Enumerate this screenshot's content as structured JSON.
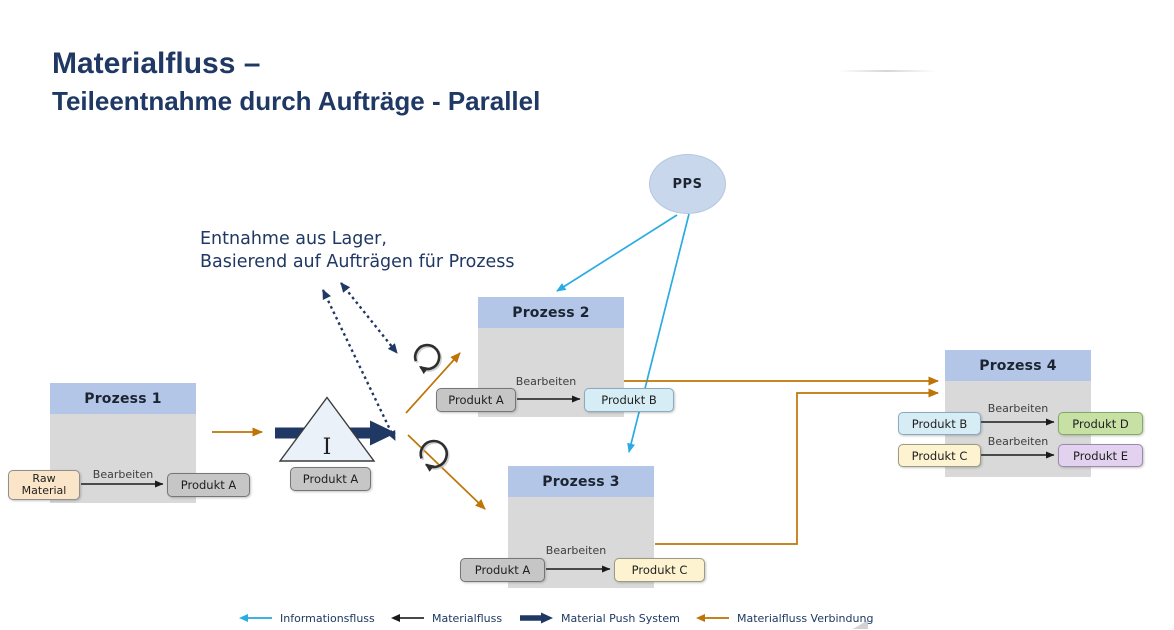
{
  "title": {
    "line1": "Materialfluss –",
    "line2": "Teileentnahme durch Aufträge - Parallel"
  },
  "annotation": {
    "line1": "Entnahme aus Lager,",
    "line2": "Basierend auf Aufträgen für Prozess"
  },
  "pps_label": "PPS",
  "inventory": {
    "symbol": "I",
    "buffer_label": "Produkt A"
  },
  "processes": [
    {
      "name": "Prozess 1",
      "action": "Bearbeiten",
      "input": "Raw Material",
      "output": "Produkt A"
    },
    {
      "name": "Prozess 2",
      "action": "Bearbeiten",
      "input": "Produkt A",
      "output": "Produkt B"
    },
    {
      "name": "Prozess 3",
      "action": "Bearbeiten",
      "input": "Produkt A",
      "output": "Produkt C"
    },
    {
      "name": "Prozess 4",
      "rows": [
        {
          "action": "Bearbeiten",
          "input": "Produkt B",
          "output": "Produkt D"
        },
        {
          "action": "Bearbeiten",
          "input": "Produkt C",
          "output": "Produkt E"
        }
      ]
    }
  ],
  "legend": {
    "informationsfluss": "Informationsfluss",
    "materialfluss": "Materialfluss",
    "material_push": "Material Push System",
    "materialfluss_verbindung": "Materialfluss Verbindung"
  },
  "colors": {
    "title_navy": "#1F3864",
    "process_header_blue": "#B4C6E7",
    "process_body_gray": "#D9D9D9",
    "informationsfluss_cyan": "#29ACE3",
    "materialfluss_black": "#1A1A1A",
    "material_push_navy": "#1F3864",
    "verbindung_orange": "#BE7507",
    "chip_gray": "#C6C6C6",
    "chip_raw_material": "#FBE5C9",
    "chip_produkt_b": "#D6EDF6",
    "chip_produkt_c": "#FDF3D1",
    "chip_produkt_d": "#C7E1A4",
    "chip_produkt_e": "#E3D2EF",
    "pps_fill": "#C9D7EC"
  }
}
